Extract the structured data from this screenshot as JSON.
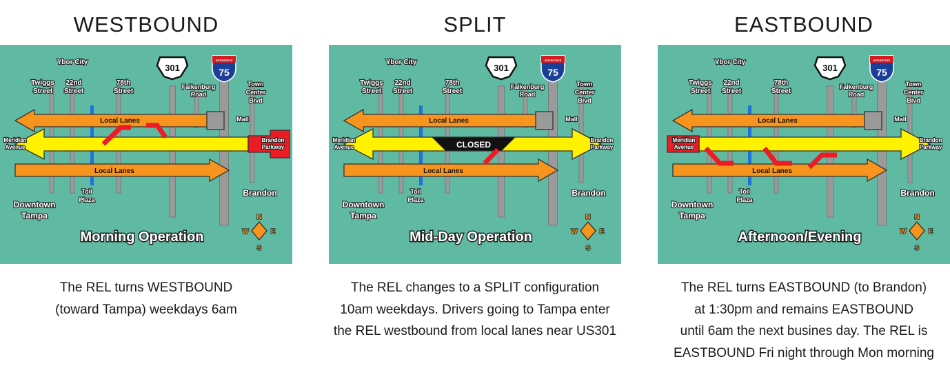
{
  "columns": [
    {
      "title": "WESTBOUND",
      "op_label": "Morning Operation",
      "caption": [
        "The REL turns WESTBOUND",
        "(toward Tampa) weekdays 6am"
      ]
    },
    {
      "title": "SPLIT",
      "op_label": "Mid-Day Operation",
      "closed_label": "CLOSED",
      "caption": [
        "The REL changes to a SPLIT configuration",
        "10am weekdays. Drivers going to Tampa enter",
        "the REL westbound from local lanes near US301"
      ]
    },
    {
      "title": "EASTBOUND",
      "op_label": "Afternoon/Evening",
      "caption": [
        "The REL turns EASTBOUND (to Brandon)",
        "at 1:30pm and remains EASTBOUND",
        "until 6am the next busines day. The REL is",
        "EASTBOUND Fri night through Mon morning"
      ]
    }
  ],
  "map_labels": {
    "ybor": "Ybor City",
    "twiggs1": "Twiggs",
    "twiggs2": "Street",
    "nd1": "22nd",
    "nd2": "Street",
    "th1": "78th",
    "th2": "Street",
    "falk1": "Falkenburg",
    "falk2": "Road",
    "tc1": "Town",
    "tc2": "Center",
    "tc3": "Blvd",
    "mall": "Mall",
    "meridian1": "Meridian",
    "meridian2": "Avenue",
    "brandon_pk1": "Brandon",
    "brandon_pk2": "Parkway",
    "local_lanes": "Local Lanes",
    "toll1": "Toll",
    "toll2": "Plaza",
    "downtown1": "Downtown",
    "downtown2": "Tampa",
    "brandon": "Brandon",
    "us_shield": "301",
    "i_shield": "75",
    "i_header": "INTERSTATE",
    "compass_n": "N",
    "compass_s": "S",
    "compass_w": "W",
    "compass_e": "E"
  },
  "colors": {
    "map_bg": "#5fb9a3",
    "road": "#9a9a9a",
    "orange": "#f7941d",
    "yellow": "#fff200",
    "red": "#ed1c24",
    "toll_blue": "#1e73d8"
  }
}
